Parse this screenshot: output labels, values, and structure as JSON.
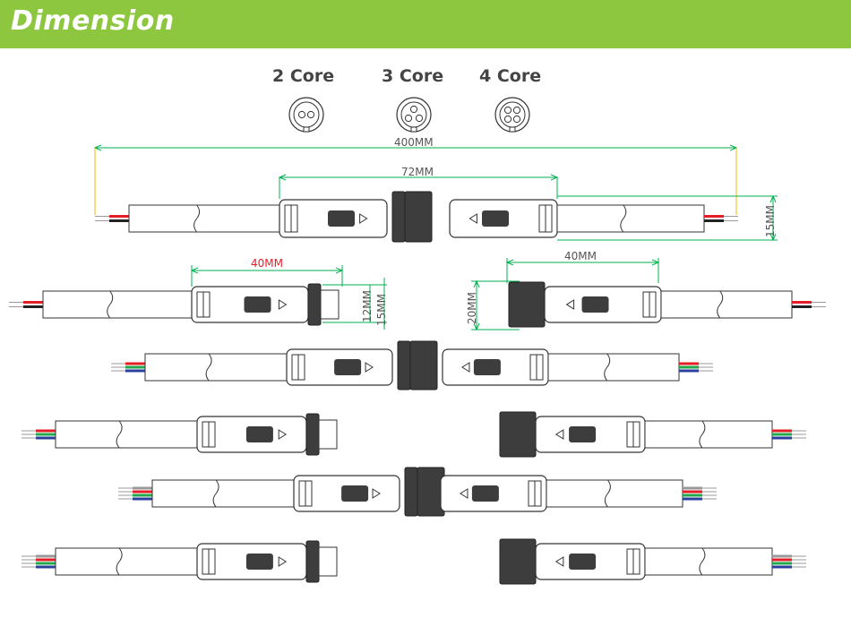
{
  "header": {
    "title": "Dimension",
    "bg_color": "#8dc63f"
  },
  "cores": [
    {
      "label": "2 Core",
      "pins": 2
    },
    {
      "label": "3 Core",
      "pins": 3
    },
    {
      "label": "4 Core",
      "pins": 4
    }
  ],
  "dimensions": {
    "total_length": "400MM",
    "pair_length": "72MM",
    "height": "15MM",
    "male_length": "40MM",
    "male_nut_height_a": "12MM",
    "male_nut_height_b": "15MM",
    "female_length": "40MM",
    "female_height": "20MM"
  },
  "colors": {
    "dim_line": "#00b050",
    "wire_red": "#e41e26",
    "wire_black": "#222222",
    "wire_green": "#22a84a",
    "wire_blue": "#2a3f9e",
    "rubber": "#3d3d3d"
  }
}
